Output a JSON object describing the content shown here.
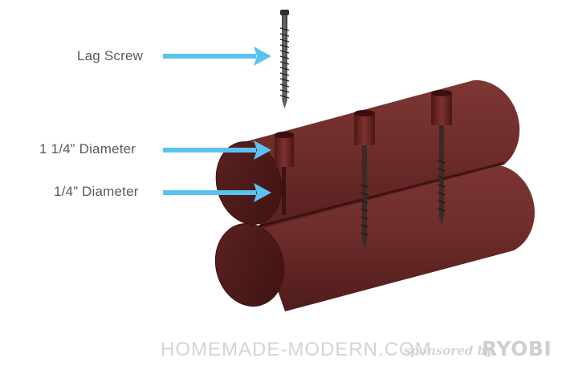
{
  "labels": {
    "lag_screw": "Lag Screw",
    "large_diameter": "1 1/4” Diameter",
    "small_diameter": "1/4” Diameter"
  },
  "footer": {
    "site": "HOMEMADE-MODERN.COM",
    "sponsored": "sponsored by",
    "brand": "RYOBI"
  },
  "colors": {
    "arrow": "#5bc2f0",
    "log_body": "#6b2a29",
    "log_edge": "#3f1413",
    "label_text": "#5a5a5a",
    "footer_text": "#d4d4d4"
  },
  "icons": {
    "lag_screw": "lag-screw-icon",
    "arrow": "right-arrow-icon"
  }
}
